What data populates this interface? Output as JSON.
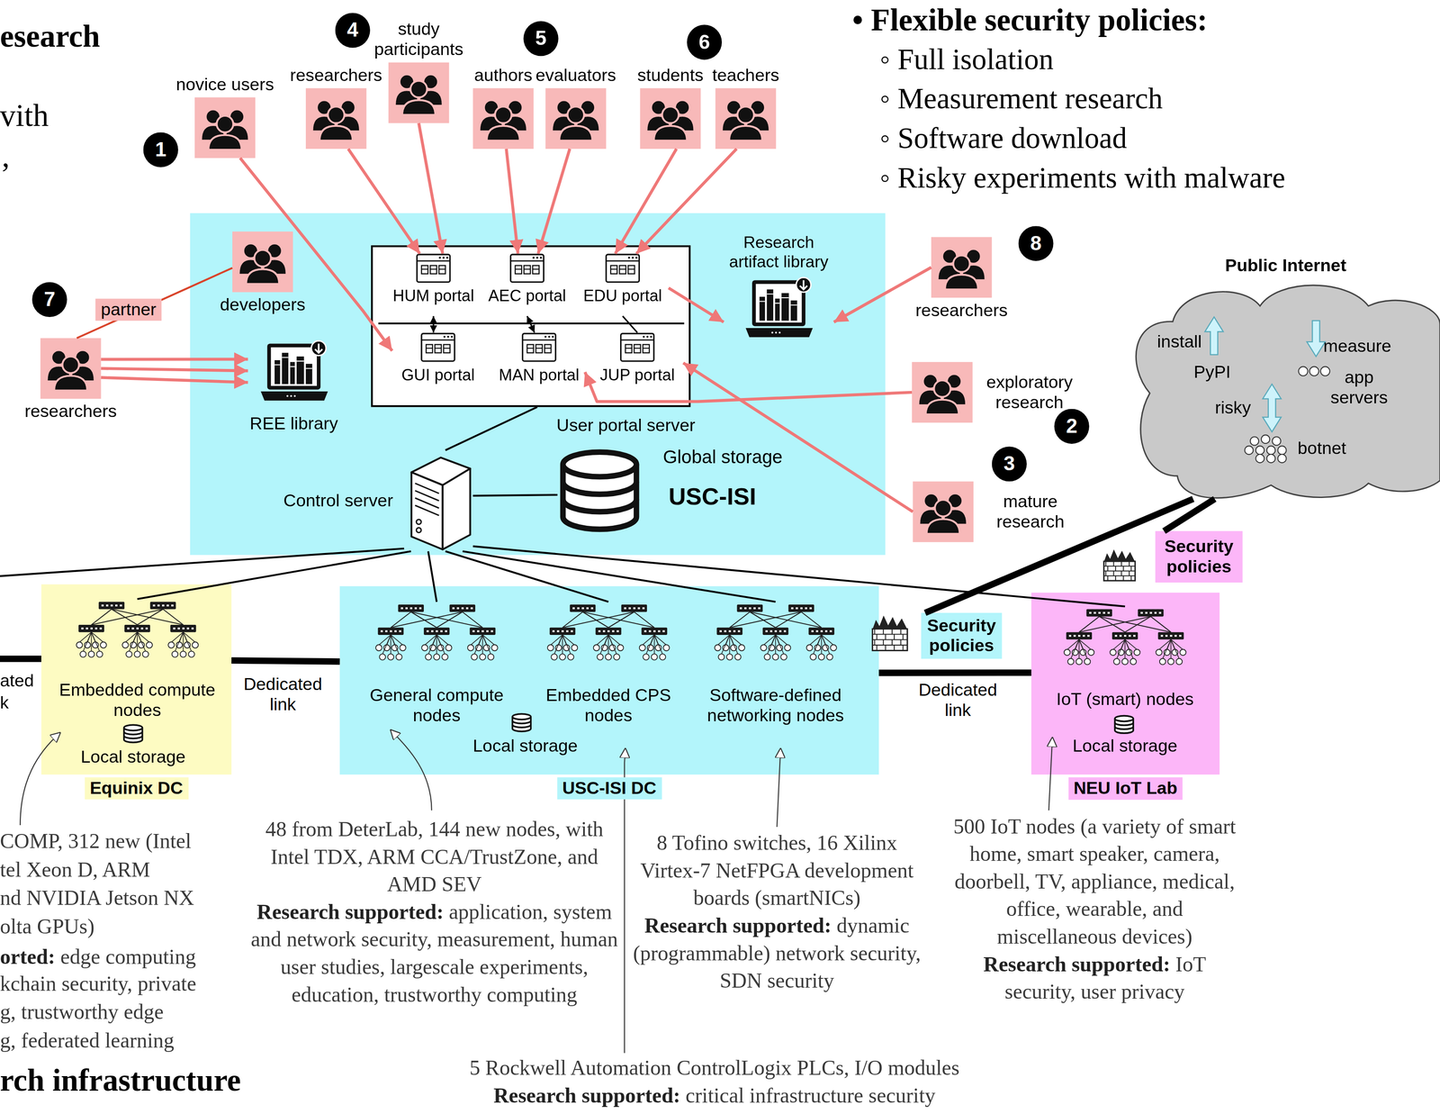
{
  "diagram": {
    "nodes": [
      {
        "text": [
          "novice users"
        ]
      },
      {
        "text": [
          "researchers"
        ]
      },
      {
        "text": [
          "study participants"
        ]
      },
      {
        "text": [
          "authors"
        ]
      },
      {
        "text": [
          "evaluators"
        ]
      },
      {
        "text": [
          "students"
        ]
      },
      {
        "text": [
          "teachers"
        ]
      },
      {
        "text": [
          "USC-ISI"
        ]
      },
      {
        "text": [
          "User portal server"
        ],
        "in": 7
      },
      {
        "text": [
          "HUM portal"
        ],
        "in": 8
      },
      {
        "text": [
          "AEC portal"
        ],
        "in": 8
      },
      {
        "text": [
          "EDU portal"
        ],
        "in": 8
      },
      {
        "text": [
          "GUI portal"
        ],
        "in": 8
      },
      {
        "text": [
          "MAN portal"
        ],
        "in": 8
      },
      {
        "text": [
          "JUP portal"
        ],
        "in": 8
      },
      {
        "text": [
          "developers"
        ],
        "in": 7
      },
      {
        "text": [
          "REE library"
        ],
        "in": 7
      },
      {
        "text": [
          "Research artifact library"
        ],
        "in": 7
      },
      {
        "text": [
          "Control server"
        ],
        "in": 7
      },
      {
        "text": [
          "Global storage"
        ],
        "in": 7
      },
      {
        "text": [
          "researchers"
        ]
      },
      {
        "text": [
          "researchers"
        ]
      },
      {
        "text": [
          "exploratory research"
        ]
      },
      {
        "text": [
          "mature research"
        ]
      },
      {
        "text": [
          "Equinix DC"
        ]
      },
      {
        "text": [
          "Embedded compute nodes"
        ],
        "in": 24
      },
      {
        "text": [
          "Local storage"
        ],
        "in": 24
      },
      {
        "text": [
          "USC-ISI DC"
        ]
      },
      {
        "text": [
          "General compute nodes"
        ],
        "in": 27
      },
      {
        "text": [
          "Embedded CPS nodes"
        ],
        "in": 27
      },
      {
        "text": [
          "Software-defined networking nodes"
        ],
        "in": 27
      },
      {
        "text": [
          "Local storage"
        ],
        "in": 27
      },
      {
        "text": [
          "Security policies"
        ]
      },
      {
        "text": [
          "NEU IoT Lab"
        ]
      },
      {
        "text": [
          "IoT (smart) nodes"
        ],
        "in": 33
      },
      {
        "text": [
          "Local storage"
        ],
        "in": 33
      },
      {
        "text": [
          "Security policies"
        ]
      },
      {
        "text": [
          "Public Internet"
        ]
      },
      {
        "text": [
          "PyPI"
        ],
        "in": 37
      }
    ],
    "edges": [
      {
        "from": 0,
        "to": 12,
        "arrow": "to"
      },
      {
        "from": 1,
        "to": 9,
        "arrow": "to"
      },
      {
        "from": 2,
        "to": 9,
        "arrow": "to"
      },
      {
        "from": 3,
        "to": 10,
        "arrow": "to"
      },
      {
        "from": 4,
        "to": 10,
        "arrow": "to"
      },
      {
        "from": 5,
        "to": 11,
        "arrow": "to"
      },
      {
        "from": 6,
        "to": 11,
        "arrow": "to"
      },
      {
        "from": 9,
        "to": 12,
        "arrow": "both"
      },
      {
        "from": 10,
        "to": 13,
        "arrow": "both"
      },
      {
        "from": 11,
        "to": 14,
        "arrow": "none"
      },
      {
        "from": 11,
        "to": 17,
        "arrow": "to"
      },
      {
        "from": 21,
        "to": 17,
        "arrow": "to"
      },
      {
        "from": 22,
        "to": 13,
        "arrow": "to"
      },
      {
        "from": 23,
        "to": 14,
        "arrow": "to"
      },
      {
        "from": 20,
        "to": 15,
        "label": "partner",
        "arrow": "none"
      },
      {
        "from": 20,
        "to": 16,
        "arrow": "to"
      },
      {
        "from": 20,
        "to": 16,
        "arrow": "to"
      },
      {
        "from": 20,
        "to": 16,
        "arrow": "to"
      },
      {
        "from": 8,
        "to": 18,
        "arrow": "none"
      },
      {
        "from": 18,
        "to": 19,
        "arrow": "none"
      },
      {
        "from": 18,
        "to": 25,
        "arrow": "none"
      },
      {
        "from": 18,
        "to": 28,
        "arrow": "none"
      },
      {
        "from": 18,
        "to": 29,
        "arrow": "none"
      },
      {
        "from": 18,
        "to": 30,
        "arrow": "none"
      },
      {
        "from": 18,
        "to": 34,
        "arrow": "none"
      },
      {
        "from": 24,
        "to": 27,
        "label": "Dedicated link",
        "arrow": "none"
      },
      {
        "from": 27,
        "to": 33,
        "label": "Dedicated link",
        "arrow": "none"
      },
      {
        "from": 32,
        "to": 37,
        "arrow": "none"
      },
      {
        "from": 36,
        "to": 37,
        "arrow": "none"
      }
    ],
    "labels": [
      "esearch",
      "vith",
      ",",
      "• Flexible security policies:",
      "◦ Full isolation",
      "◦ Measurement research",
      "◦ Software download",
      "◦ Risky experiments with malware",
      "1",
      "2",
      "3",
      "4",
      "5",
      "6",
      "7",
      "8",
      "install",
      "measure",
      "app servers",
      "risky",
      "botnet",
      "ated",
      "k",
      "COMP, 312 new (Intel",
      "tel Xeon D, ARM",
      "nd NVIDIA Jetson NX",
      "olta GPUs)",
      "orted:",
      "edge computing",
      "kchain security, private",
      "g, trustworthy edge",
      "g, federated learning",
      "48 from DeterLab, 144 new nodes, with Intel TDX, ARM CCA/TrustZone, and AMD SEV",
      "Research supported:",
      "application, system and network security, measurement, human user studies, largescale experiments, education, trustworthy computing",
      "8 Tofino switches, 16 Xilinx Virtex-7 NetFPGA development boards (smartNICs)",
      "Research supported:",
      "dynamic (programmable) network security, SDN security",
      "500 IoT nodes (a variety of smart home, smart speaker, camera, doorbell, TV, appliance, medical, office, wearable, and miscellaneous devices)",
      "Research supported:",
      "IoT security, user privacy",
      "5 Rockwell Automation ControlLogix PLCs, I/O modules",
      "Research supported:",
      "critical infrastructure security",
      "rch infrastructure"
    ]
  }
}
